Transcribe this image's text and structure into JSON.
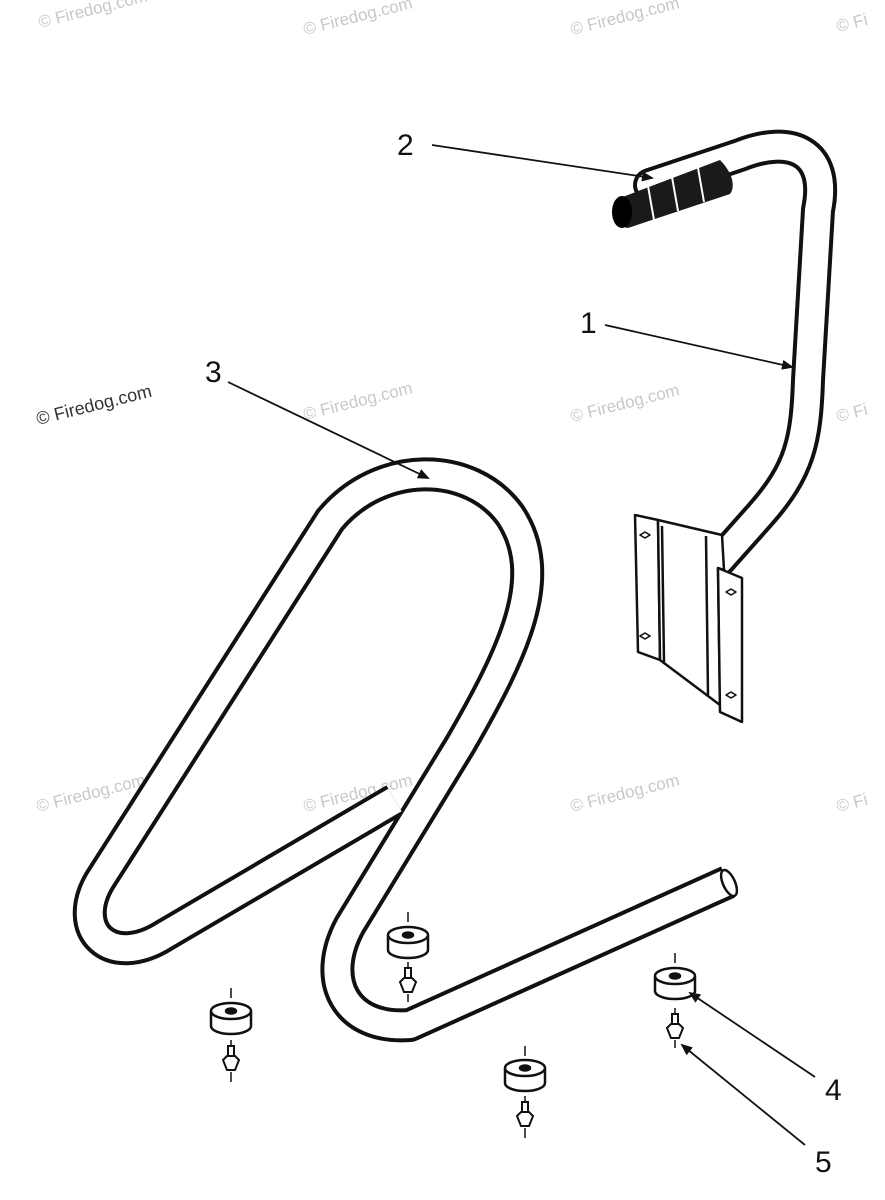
{
  "callouts": {
    "c1": "1",
    "c2": "2",
    "c3": "3",
    "c4": "4",
    "c5": "5"
  },
  "watermark": {
    "text": "© Firedog.com",
    "text_dark": "© Firedog.com",
    "text_clipped": "© Fi"
  },
  "colors": {
    "line": "#111111",
    "watermark": "#c8c8c8",
    "background": "#ffffff"
  }
}
